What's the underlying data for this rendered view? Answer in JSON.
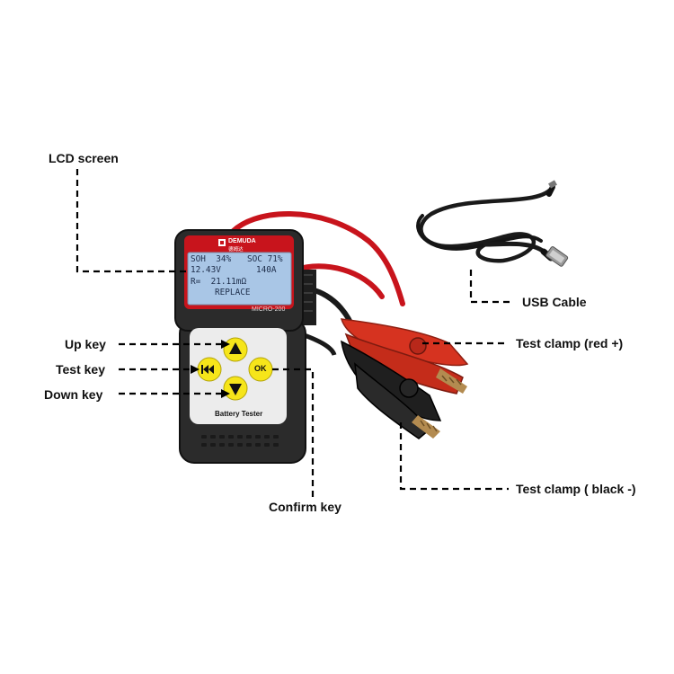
{
  "labels": {
    "lcd_screen": "LCD screen",
    "usb_cable": "USB Cable",
    "up_key": "Up key",
    "test_key": "Test key",
    "down_key": "Down key",
    "test_clamp_red": "Test clamp (red +)",
    "test_clamp_black": "Test clamp ( black -)",
    "confirm_key": "Confirm key"
  },
  "device": {
    "brand": "DEMUDA",
    "brand_sub": "德姆达",
    "model": "MICRO-200",
    "panel_title": "Battery Tester",
    "ok_label": "OK",
    "lcd": {
      "soh": "SOH  34%",
      "soc": "SOC 71%",
      "voltage": "12.43V",
      "cca": "140A",
      "resistance": "R=  21.11mΩ",
      "result": "REPLACE"
    }
  },
  "colors": {
    "lcd_bg": "#a9c6e6",
    "body": "#2b2b2b",
    "bezel_red": "#c8141c",
    "key_yellow": "#f6e51a",
    "clamp_red": "#d63320",
    "clamp_black": "#1c1c1c",
    "leader_line": "#000000"
  }
}
